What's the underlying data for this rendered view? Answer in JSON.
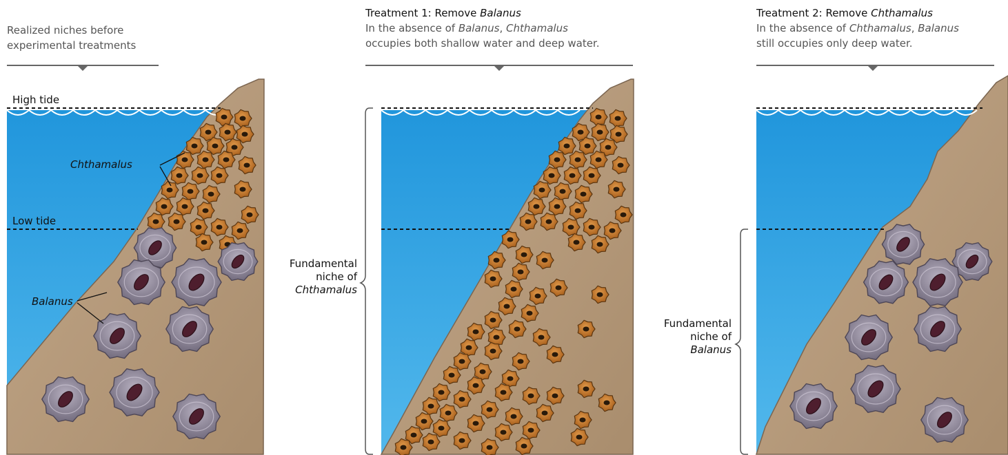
{
  "panel1": {
    "caption_line1": "Realized niches before",
    "caption_line2": "experimental treatments",
    "high_tide": "High tide",
    "low_tide": "Low tide",
    "label_chthamalus": "Chthamalus",
    "label_balanus": "Balanus"
  },
  "panel2": {
    "title_prefix": "Treatment 1: Remove ",
    "title_species": "Balanus",
    "sub1_prefix": "In the absence of ",
    "sub1_species_a": "Balanus",
    "sub1_mid": ", ",
    "sub1_species_b": "Chthamalus",
    "sub2": "occupies both shallow water and deep water.",
    "niche_line1": "Fundamental",
    "niche_line2": "niche of",
    "niche_species": "Chthamalus"
  },
  "panel3": {
    "title_prefix": "Treatment 2: Remove ",
    "title_species": "Chthamalus",
    "sub1_prefix": "In the absence of ",
    "sub1_species_a": "Chthamalus",
    "sub1_mid": ", ",
    "sub1_species_b": "Balanus",
    "sub2": "still occupies only deep water.",
    "niche_line1": "Fundamental",
    "niche_line2": "niche of",
    "niche_species": "Balanus"
  },
  "colors": {
    "water_top": "#2a9de0",
    "water_bottom": "#4bb4ea",
    "rock": "#b79b7b",
    "chthamalus": "#c97a2a",
    "balanus": "#8e8796"
  }
}
